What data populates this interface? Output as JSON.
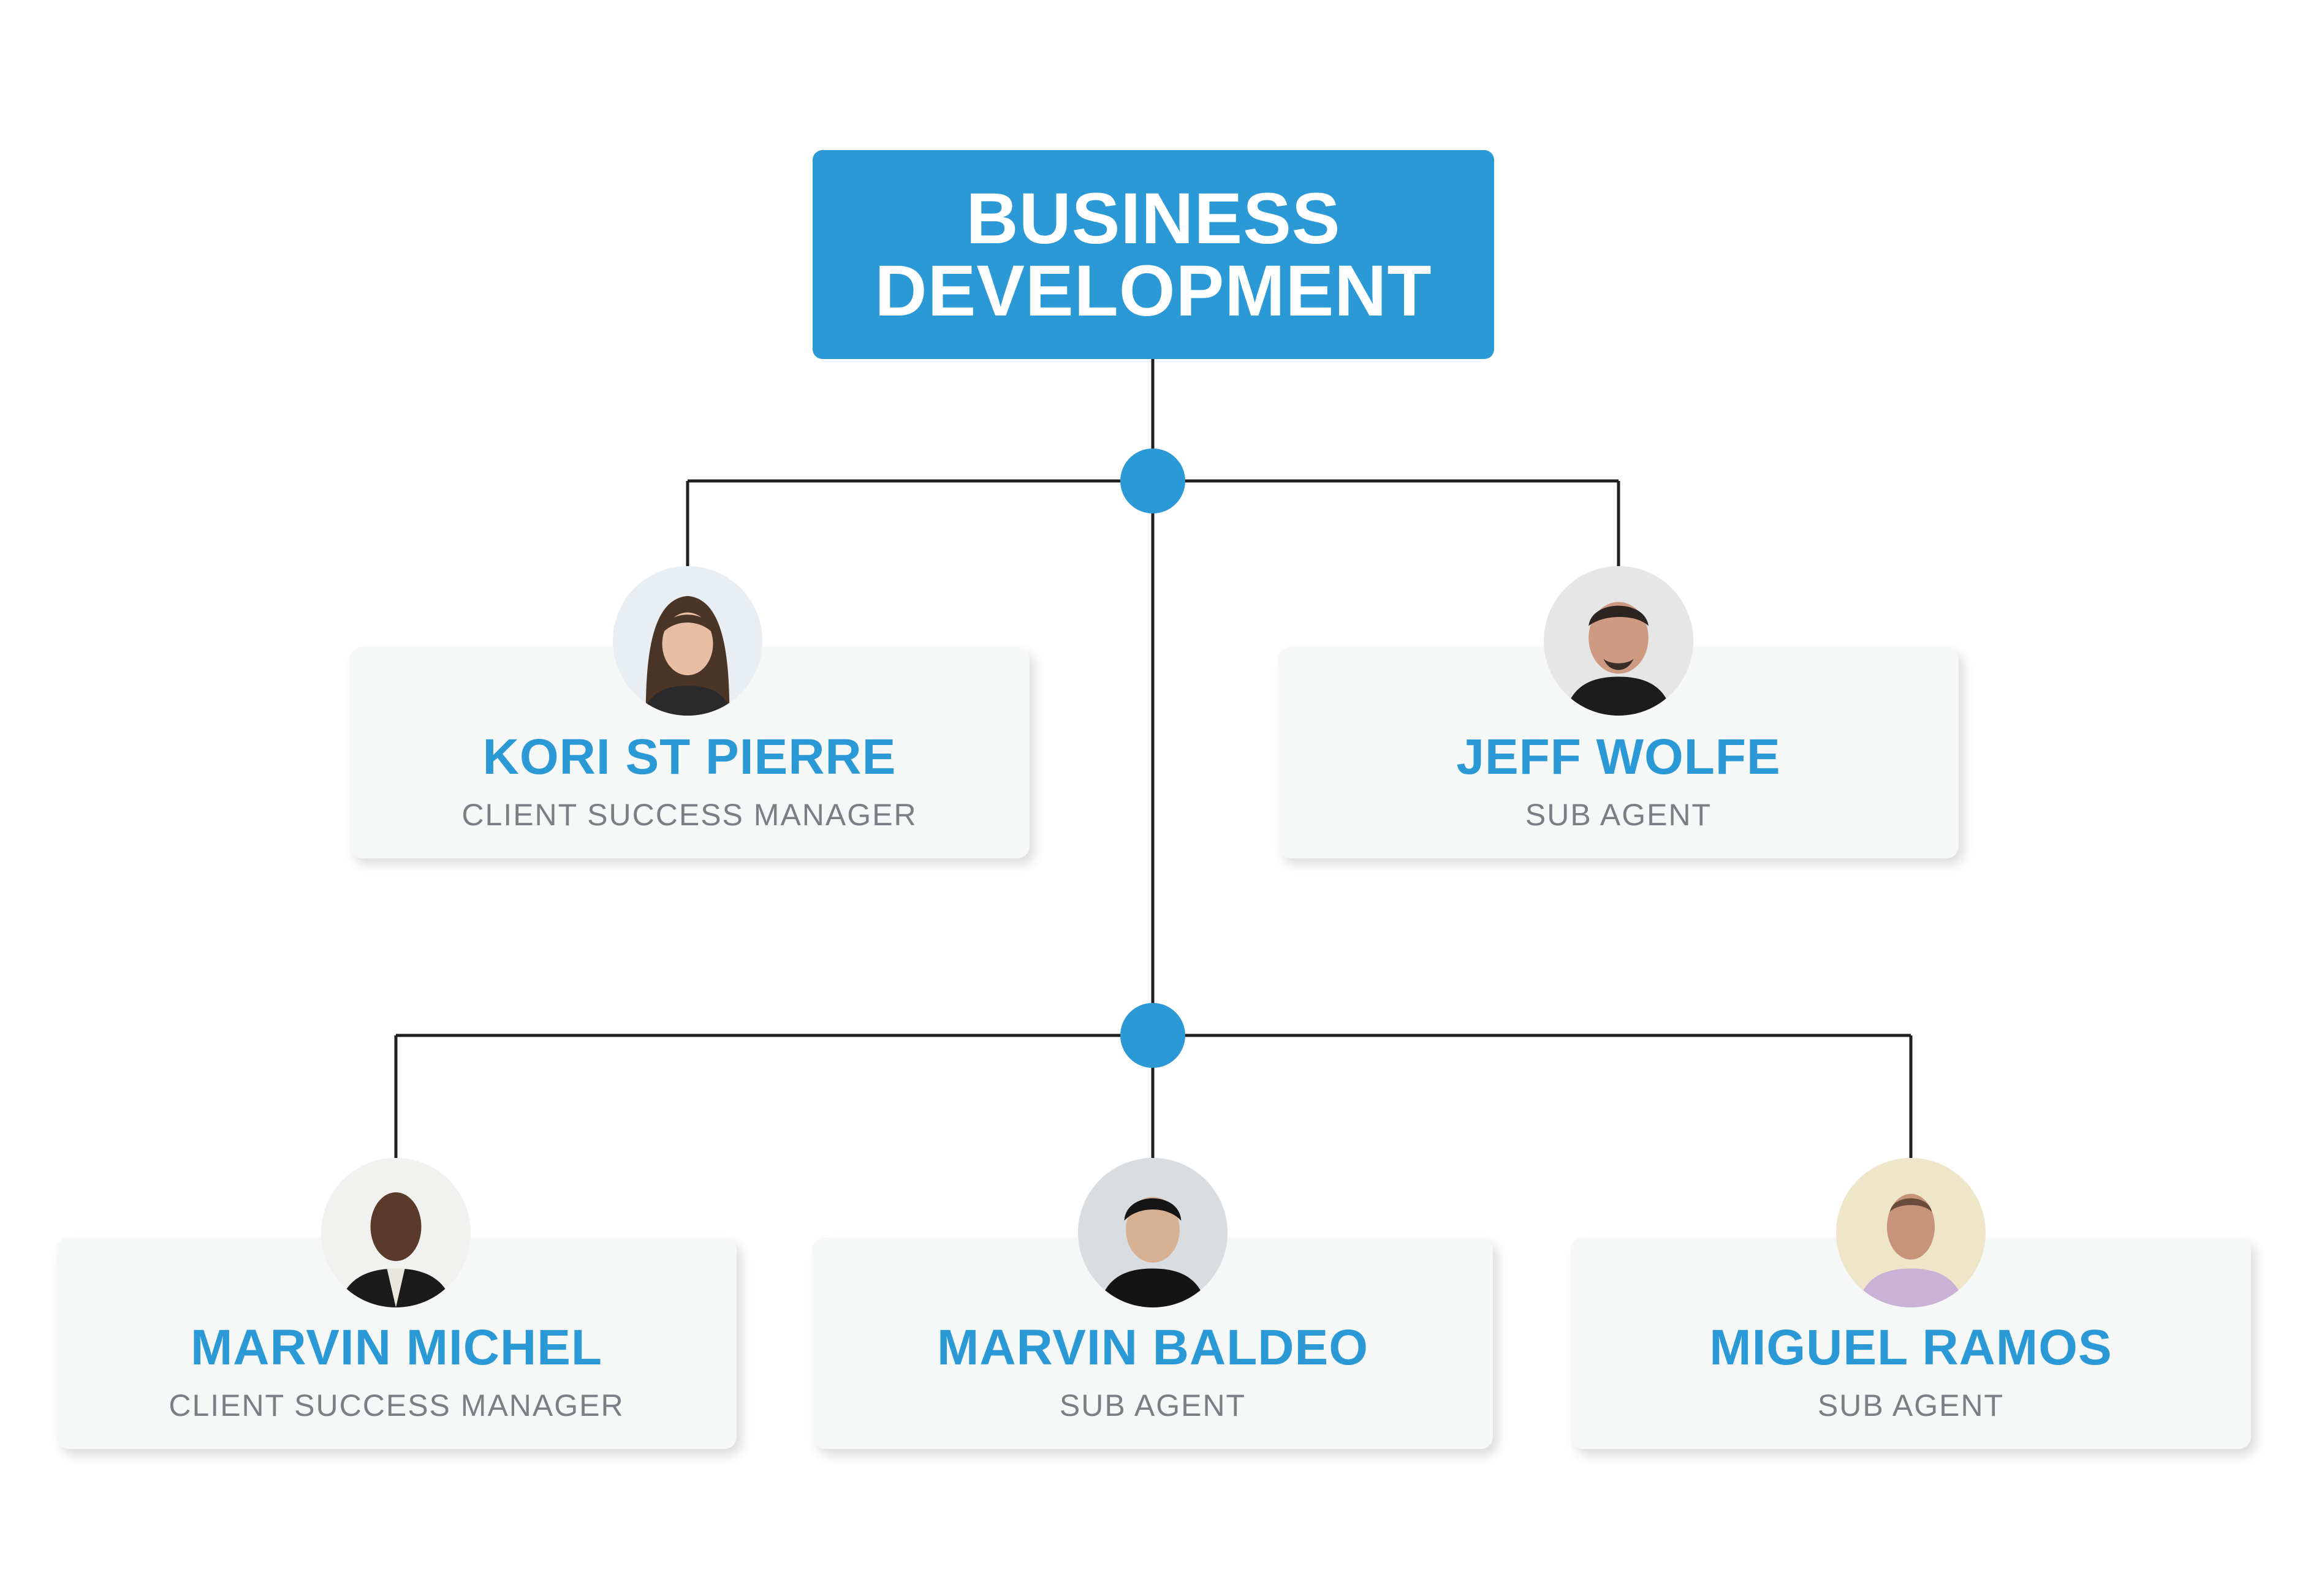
{
  "title": {
    "line1": "BUSINESS",
    "line2": "DEVELOPMENT"
  },
  "colors": {
    "accent": "#2b99d6",
    "connector": "#1f1f1f",
    "card": "#f6f7f7",
    "role_text": "#7a7f84"
  },
  "people": [
    {
      "name": "KORI ST PIERRE",
      "role": "CLIENT SUCCESS MANAGER",
      "photo": "portrait-woman-brown-hair"
    },
    {
      "name": "JEFF WOLFE",
      "role": "SUB AGENT",
      "photo": "portrait-man-goatee"
    },
    {
      "name": "MARVIN MICHEL",
      "role": "CLIENT SUCCESS MANAGER",
      "photo": "portrait-man-suit"
    },
    {
      "name": "MARVIN BALDEO",
      "role": "SUB AGENT",
      "photo": "portrait-man-black-shirt"
    },
    {
      "name": "MIGUEL RAMOS",
      "role": "SUB AGENT",
      "photo": "portrait-man-purple-shirt"
    }
  ]
}
